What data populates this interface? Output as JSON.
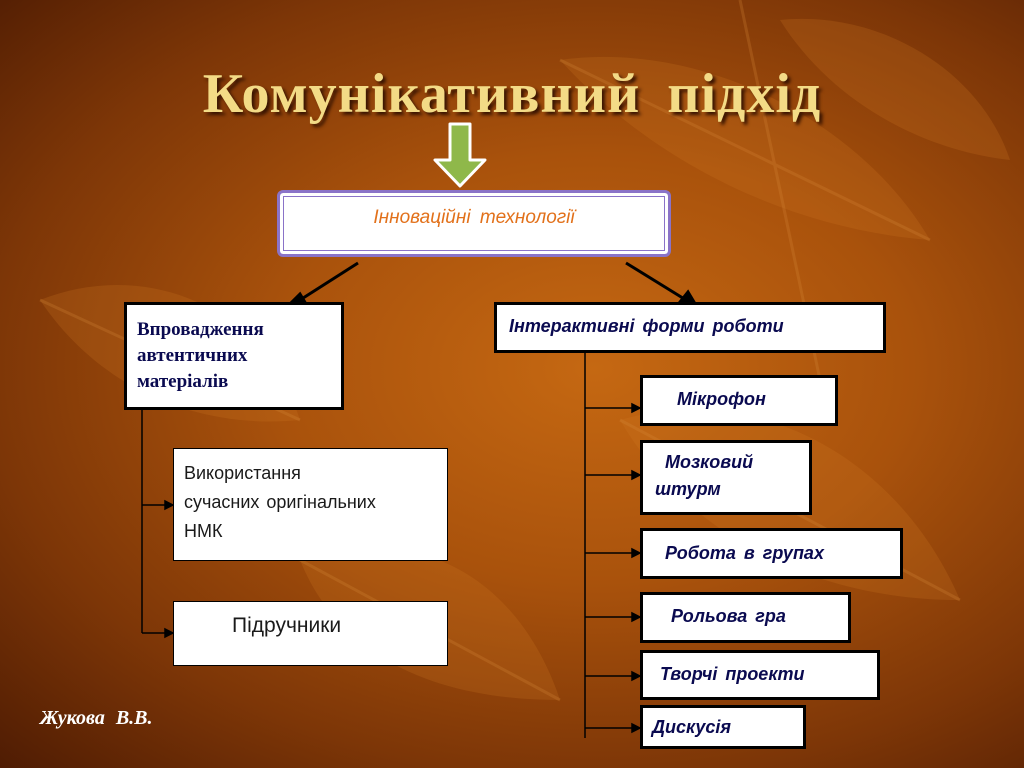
{
  "title": "Комунікативний  підхід",
  "root_box": "Інноваційні  технології",
  "branches": {
    "authentic": "Впровадження\nавтентичних\nматеріалів",
    "interactive": "Інтерактивні  форми  роботи"
  },
  "authentic_items": [
    "Використання\nсучасних  оригінальних\nНМК",
    "Підручники"
  ],
  "interactive_items": [
    "Мікрофон",
    "Мозковий\nштурм",
    "Робота  в  групах",
    "Рольова  гра",
    "Творчі  проекти",
    "Дискусія"
  ],
  "author": "Жукова  В.В.",
  "colors": {
    "title": "#f3db86",
    "root_text": "#e2711b",
    "box_text": "#0a0a50",
    "down_arrow": "#8fb84a"
  }
}
